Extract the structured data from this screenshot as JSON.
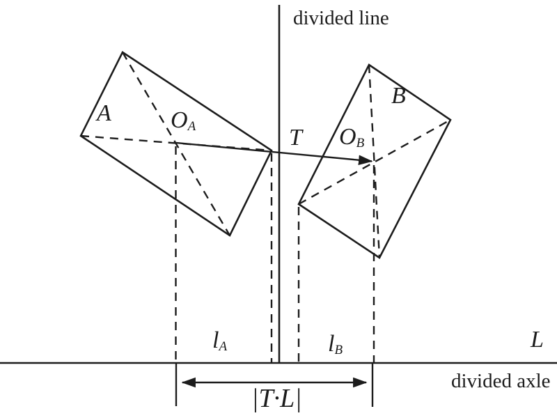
{
  "figure": {
    "background_color": "#ffffff",
    "ink_color": "#1c1c1c",
    "divided_line_label": "divided line",
    "divided_axle_label": "divided axle",
    "axle_symbol": "L",
    "box_a_label": "A",
    "box_b_label": "B",
    "center_a": {
      "base": "O",
      "sub": "A"
    },
    "center_b": {
      "base": "O",
      "sub": "B"
    },
    "translation_vector_label": "T",
    "projection_a": {
      "base": "l",
      "sub": "A"
    },
    "projection_b": {
      "base": "l",
      "sub": "B"
    },
    "projection_interval_label": "|T·L|"
  }
}
